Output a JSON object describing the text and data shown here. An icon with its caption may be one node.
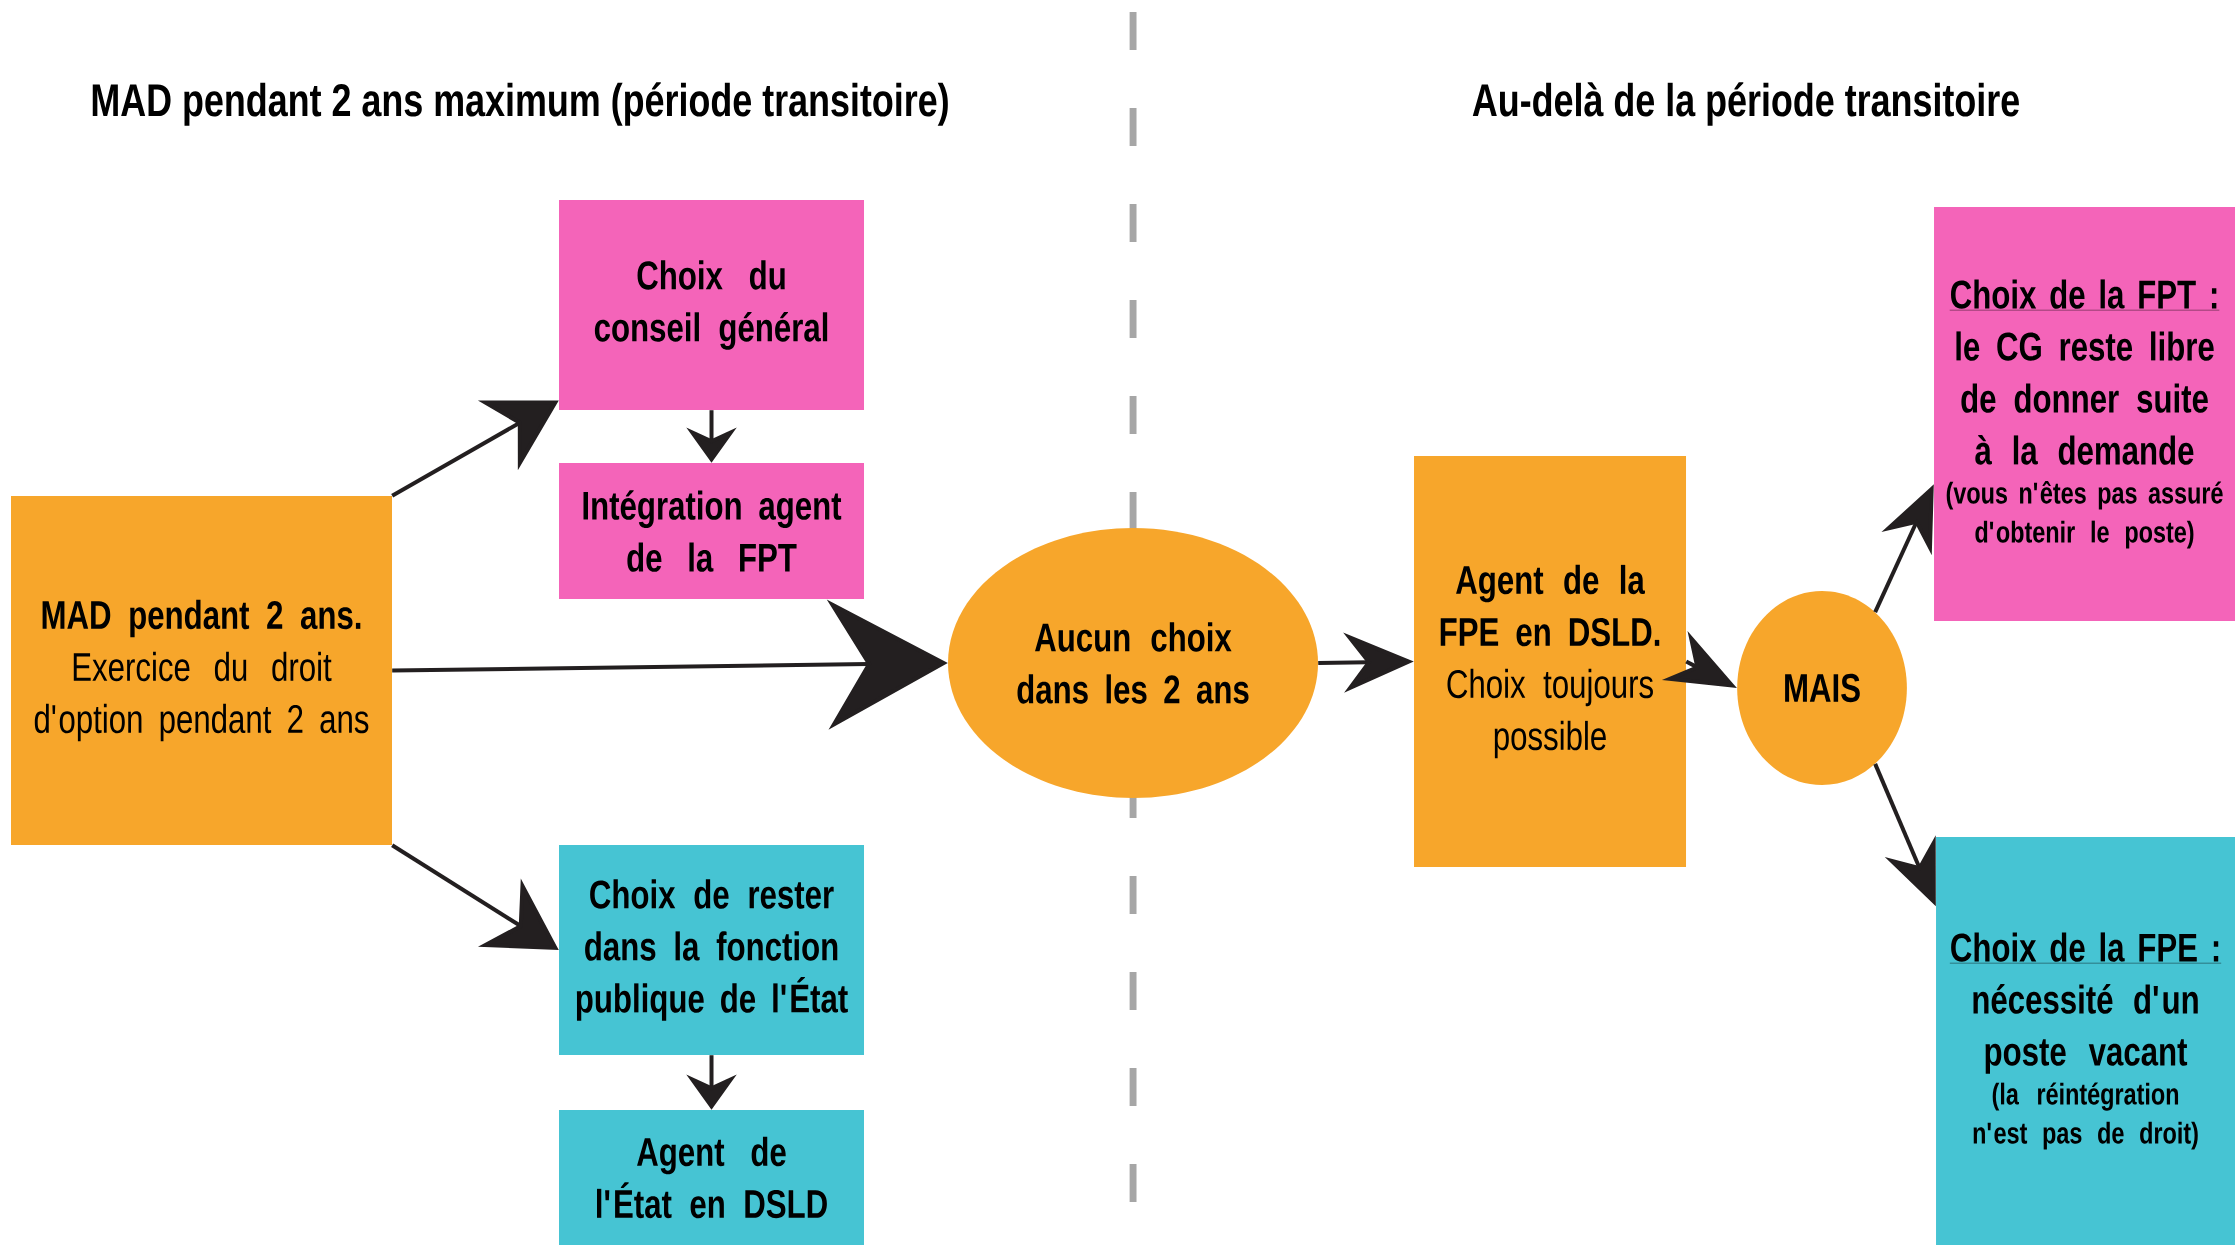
{
  "diagram": {
    "nodes": [
      {
        "text": [
          "MAD pendant 2 ans.",
          "Exercice du droit d'option pendant 2 ans"
        ]
      },
      {
        "text": [
          "Choix du conseil général"
        ]
      },
      {
        "text": [
          "Intégration agent de la FPT"
        ]
      },
      {
        "text": [
          "Choix de rester dans la fonction publique de l'État"
        ]
      },
      {
        "text": [
          "Agent de l'État en DSLD"
        ]
      },
      {
        "text": [
          "Aucun choix dans les 2 ans"
        ]
      },
      {
        "text": [
          "Agent de la FPE en DSLD.",
          "Choix toujours possible"
        ]
      },
      {
        "text": [
          "MAIS"
        ]
      },
      {
        "text": [
          "Choix de la FPT :",
          "le CG reste libre de donner suite à la demande",
          "(vous n'êtes pas assuré d'obtenir le poste)"
        ]
      },
      {
        "text": [
          "Choix de la FPE :",
          "nécessité d'un poste vacant",
          "(la réintégration n'est pas de droit)"
        ]
      }
    ],
    "edges": [
      {
        "from": 0,
        "to": 1,
        "arrow": "to"
      },
      {
        "from": 0,
        "to": 5,
        "arrow": "to"
      },
      {
        "from": 0,
        "to": 3,
        "arrow": "to"
      },
      {
        "from": 1,
        "to": 2,
        "arrow": "to"
      },
      {
        "from": 3,
        "to": 4,
        "arrow": "to"
      },
      {
        "from": 5,
        "to": 6,
        "arrow": "to"
      },
      {
        "from": 6,
        "to": 7,
        "arrow": "to"
      },
      {
        "from": 7,
        "to": 8,
        "arrow": "to"
      },
      {
        "from": 7,
        "to": 9,
        "arrow": "to"
      }
    ],
    "labels": [
      "MAD pendant 2 ans maximum (période transitoire)",
      "Au-delà de la période transitoire"
    ]
  }
}
